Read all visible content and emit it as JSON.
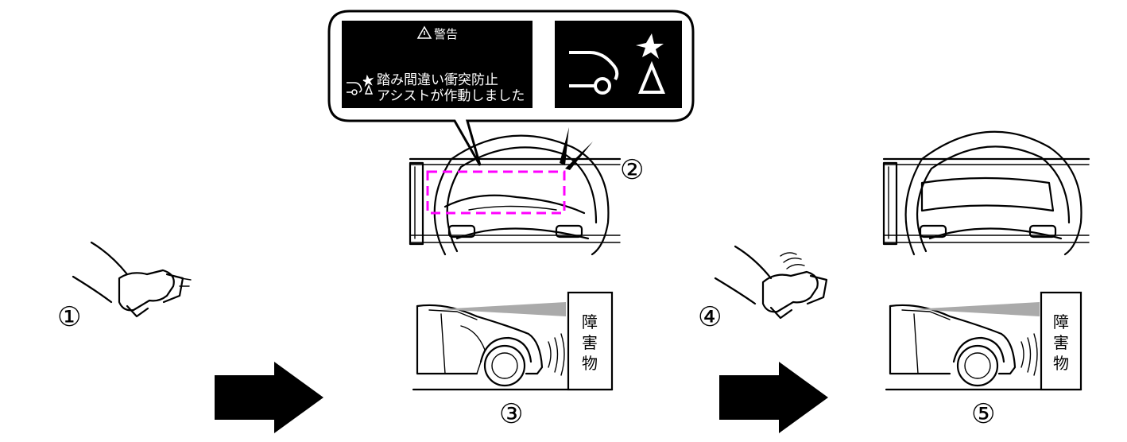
{
  "steps": {
    "s1": "①",
    "s2": "②",
    "s3": "③",
    "s4": "④",
    "s5": "⑤"
  },
  "warning": {
    "title_icon": "warning-triangle-icon",
    "title": "警告",
    "line1": "踏み間違い衝突防止",
    "line2": "アシストが作動しました"
  },
  "obstacle": {
    "c1": "障",
    "c2": "害",
    "c3": "物"
  },
  "colors": {
    "highlight": "#ff00ff",
    "panel": "#000000"
  }
}
